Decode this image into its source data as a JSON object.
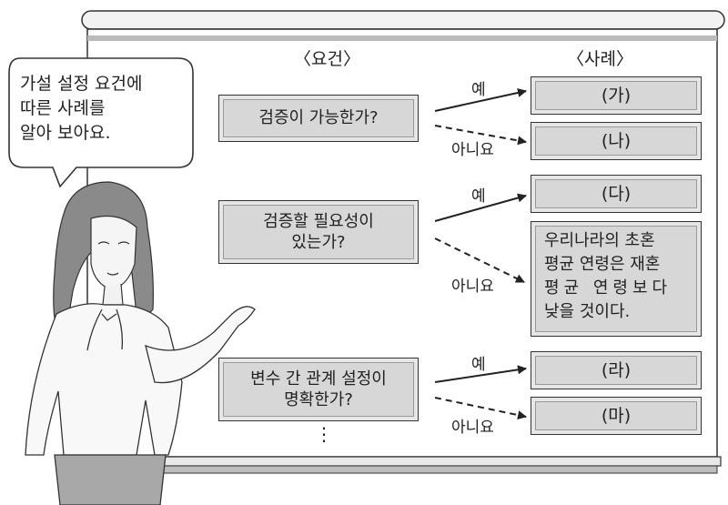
{
  "headers": {
    "requirement": "〈요건〉",
    "example": "〈사례〉"
  },
  "speech": {
    "lines": [
      "가설 설정 요건에",
      "따른 사례를",
      "알아 보아요."
    ]
  },
  "requirements": [
    {
      "lines": [
        "검증이 가능한가?"
      ]
    },
    {
      "lines": [
        "검증할 필요성이",
        "있는가?"
      ]
    },
    {
      "lines": [
        "변수 간 관계 설정이",
        "명확한가?"
      ]
    }
  ],
  "arrow_labels": {
    "yes": "예",
    "no": "아니요"
  },
  "examples": {
    "ga": "(가)",
    "na": "(나)",
    "da": "(다)",
    "long_text": [
      "우리나라의 초혼",
      "평균 연령은 재혼",
      "평균 연령보다",
      "낮을 것이다."
    ],
    "ra": "(라)",
    "ma": "(마)"
  },
  "continuation": "⋮"
}
